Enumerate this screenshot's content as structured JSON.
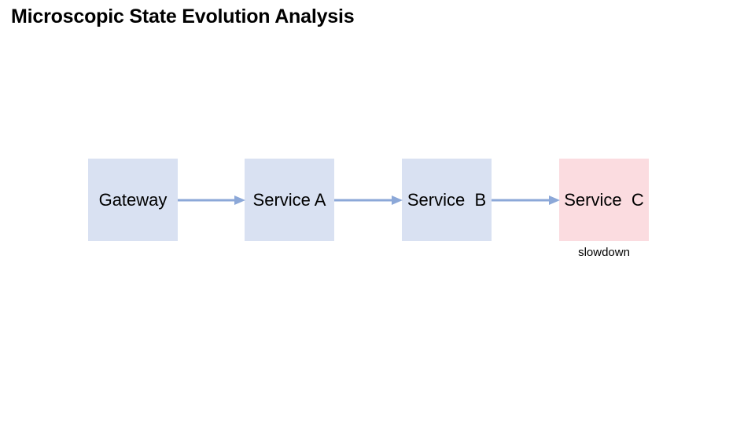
{
  "page": {
    "title": "Microscopic State Evolution Analysis",
    "background_color": "#ffffff"
  },
  "diagram": {
    "type": "flow",
    "orientation": "left-to-right",
    "colors": {
      "node_normal_fill": "#d9e1f2",
      "node_degraded_fill": "#fbdce0",
      "edge_stroke": "#8ca8d8",
      "text": "#000000"
    },
    "nodes": [
      {
        "id": "gateway",
        "label": "Gateway",
        "state": "normal",
        "fill": "#d9e1f2"
      },
      {
        "id": "service-a",
        "label": "Service A",
        "state": "normal",
        "fill": "#d9e1f2"
      },
      {
        "id": "service-b",
        "label": "Service  B",
        "state": "normal",
        "fill": "#d9e1f2"
      },
      {
        "id": "service-c",
        "label": "Service  C",
        "state": "degraded",
        "fill": "#fbdce0"
      }
    ],
    "edges": [
      {
        "id": "gateway-a",
        "from": "gateway",
        "to": "service-a",
        "style": "arrow"
      },
      {
        "id": "a-b",
        "from": "service-a",
        "to": "service-b",
        "style": "arrow"
      },
      {
        "id": "b-c",
        "from": "service-b",
        "to": "service-c",
        "style": "arrow"
      }
    ],
    "annotations": [
      {
        "id": "slowdown",
        "label": "slowdown",
        "target": "service-c"
      }
    ]
  }
}
